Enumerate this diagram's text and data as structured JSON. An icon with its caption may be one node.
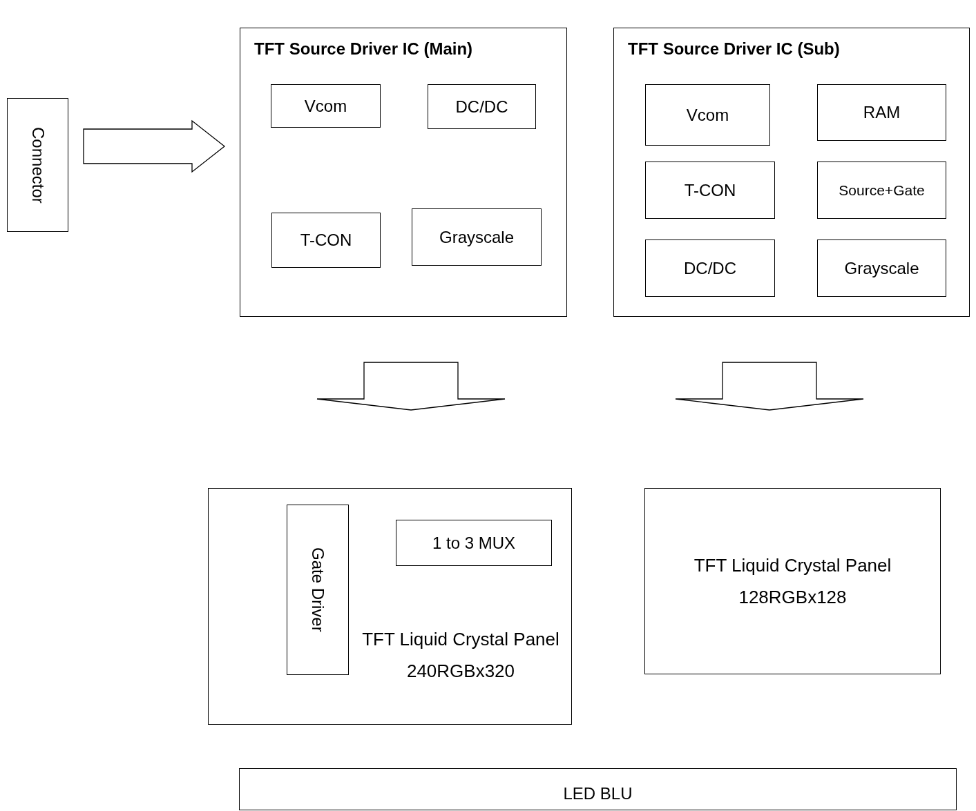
{
  "diagram": {
    "nodes": [
      {
        "text": [
          "Connector"
        ]
      },
      {
        "text": [
          "TFT Source Driver IC (Main)"
        ]
      },
      {
        "text": [
          "Vcom"
        ],
        "in": 1
      },
      {
        "text": [
          "DC/DC"
        ],
        "in": 1
      },
      {
        "text": [
          "T-CON"
        ],
        "in": 1
      },
      {
        "text": [
          "Grayscale"
        ],
        "in": 1
      },
      {
        "text": [
          "TFT Source Driver IC (Sub)"
        ]
      },
      {
        "text": [
          "Vcom"
        ],
        "in": 6
      },
      {
        "text": [
          "RAM"
        ],
        "in": 6
      },
      {
        "text": [
          "T-CON"
        ],
        "in": 6
      },
      {
        "text": [
          "Source+Gate"
        ],
        "in": 6
      },
      {
        "text": [
          "DC/DC"
        ],
        "in": 6
      },
      {
        "text": [
          "Grayscale"
        ],
        "in": 6
      },
      {
        "text": [
          "TFT Liquid Crystal Panel 240RGBx320"
        ]
      },
      {
        "text": [
          "Gate Driver"
        ],
        "in": 13
      },
      {
        "text": [
          "1 to 3 MUX"
        ],
        "in": 13
      },
      {
        "text": [
          "TFT Liquid Crystal Panel 128RGBx128"
        ]
      },
      {
        "text": [
          "LED BLU"
        ]
      }
    ],
    "edges": [
      {
        "from": 0,
        "to": 1,
        "arrow": "to"
      },
      {
        "from": 1,
        "to": 13,
        "arrow": "to"
      },
      {
        "from": 6,
        "to": 16,
        "arrow": "to"
      }
    ]
  }
}
